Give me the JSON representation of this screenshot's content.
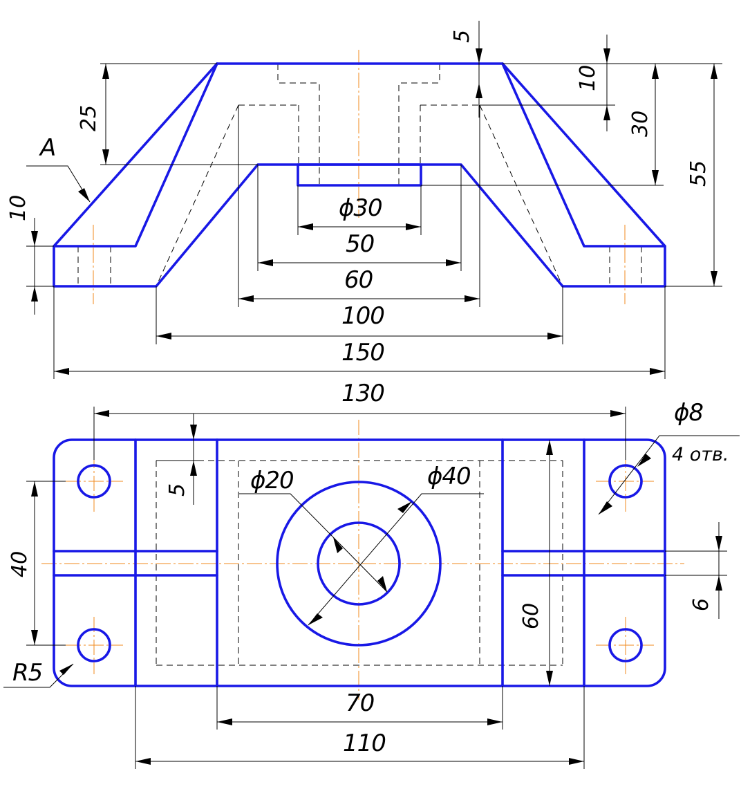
{
  "front_view": {
    "view_label": "A",
    "dim_width_top": "5",
    "dim_rib_height": "10",
    "dim_depth": "30",
    "dim_total_height": "55",
    "dim_side_height": "25",
    "dim_base_height": "10",
    "dim_bore": "ϕ30",
    "dim_slot": "50",
    "dim_top_width": "60",
    "dim_middle_width": "100",
    "dim_base_width": "150",
    "dim_overall": "130"
  },
  "top_view": {
    "dim_hole_dia": "ϕ8",
    "dim_hole_count": "4 отв.",
    "dim_wall": "5",
    "dim_inner_dia": "ϕ20",
    "dim_outer_dia": "ϕ40",
    "dim_hole_spacing": "40",
    "dim_rib_width": "6",
    "dim_length": "60",
    "dim_radius": "R5",
    "dim_center_width": "70",
    "dim_rib_span": "110"
  },
  "colors": {
    "outline": "#1818e6",
    "centerline": "#f08a1c",
    "dimension": "#000000"
  }
}
